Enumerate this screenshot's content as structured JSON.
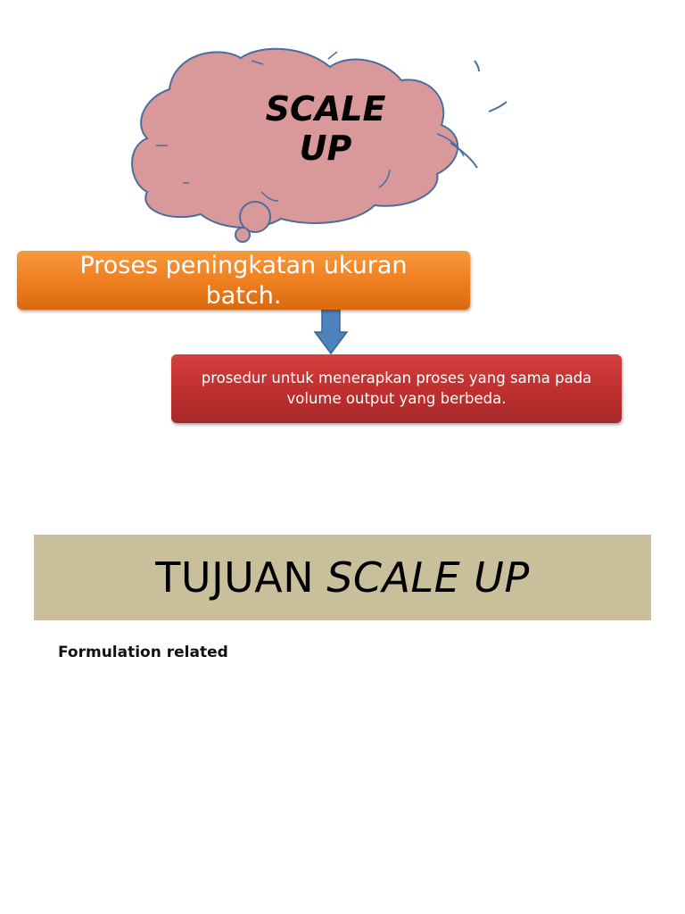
{
  "cloud": {
    "title_line1": "SCALE",
    "title_line2": "UP"
  },
  "orange_box": {
    "text": "Proses peningkatan ukuran batch."
  },
  "red_box": {
    "text": "prosedur untuk menerapkan proses yang sama pada volume output yang berbeda."
  },
  "banner": {
    "text_regular": "TUJUAN",
    "text_italic": "SCALE UP"
  },
  "formulation": {
    "label": "Formulation related"
  },
  "colors": {
    "cloud_fill": "#d9999a",
    "cloud_stroke": "#4a6da0",
    "arrow_fill": "#4f81bd",
    "orange": "#ee7d1e",
    "red": "#c0302f",
    "banner": "#c9c09b"
  }
}
